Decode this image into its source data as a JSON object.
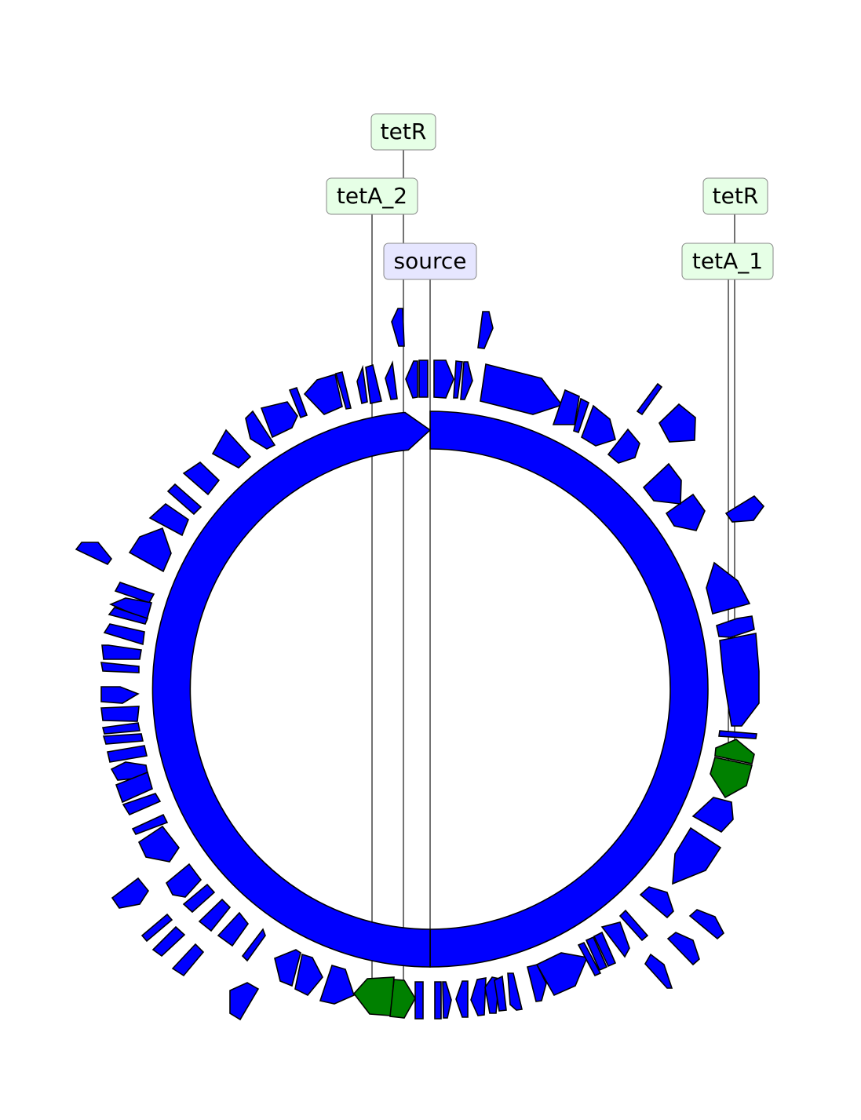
{
  "colors": {
    "feature": "#0000ff",
    "highlight": "#008000",
    "gene_label_bg": "#e6ffe6",
    "source_label_bg": "#e6e6ff"
  },
  "labels": {
    "tetR_top": "tetR",
    "tetA_2": "tetA_2",
    "source": "source",
    "tetR_right": "tetR",
    "tetA_1": "tetA_1"
  }
}
